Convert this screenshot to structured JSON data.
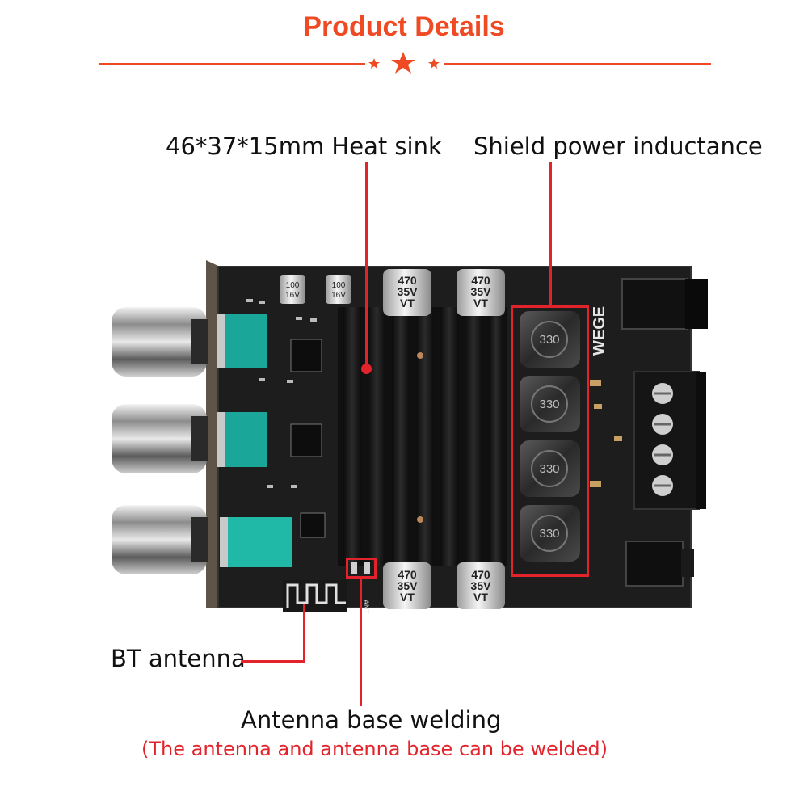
{
  "header": {
    "title": "Product Details",
    "accent_color": "#ef4a23",
    "divider_icons": [
      "small-star-icon",
      "star-icon",
      "small-star-icon"
    ]
  },
  "board": {
    "brand": "WEGE",
    "capacitor_marking": [
      "470",
      "35V",
      "VT"
    ],
    "small_capacitor_marking": [
      "100",
      "16V"
    ],
    "inductor_marking": "330",
    "antenna_marking": "ANT"
  },
  "callouts": {
    "heat_sink": "46*37*15mm Heat sink",
    "inductance": "Shield power inductance",
    "bt_antenna": "BT antenna",
    "antenna_base": "Antenna base welding",
    "antenna_note": "(The antenna and antenna base can be welded)",
    "callout_color": "#e3232b"
  }
}
